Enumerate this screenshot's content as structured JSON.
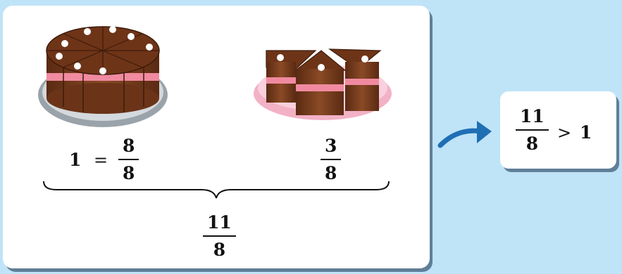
{
  "colors": {
    "background": "#bfe3f7",
    "card": "#ffffff",
    "card_shadow": "#5f7f98",
    "arrow": "#1f6fb5",
    "chocolate": "#7a3b1c",
    "filling": "#f08aa0"
  },
  "left": {
    "whole_value": "1",
    "equals_sign": "=",
    "whole_fraction": {
      "numerator": "8",
      "denominator": "8"
    }
  },
  "right": {
    "part_fraction": {
      "numerator": "3",
      "denominator": "8"
    }
  },
  "total_fraction": {
    "numerator": "11",
    "denominator": "8"
  },
  "result": {
    "fraction": {
      "numerator": "11",
      "denominator": "8"
    },
    "comparison_sign": ">",
    "value": "1"
  },
  "icons": [
    "whole-cake-icon",
    "cake-slices-icon",
    "curly-brace-icon",
    "arrow-icon"
  ]
}
